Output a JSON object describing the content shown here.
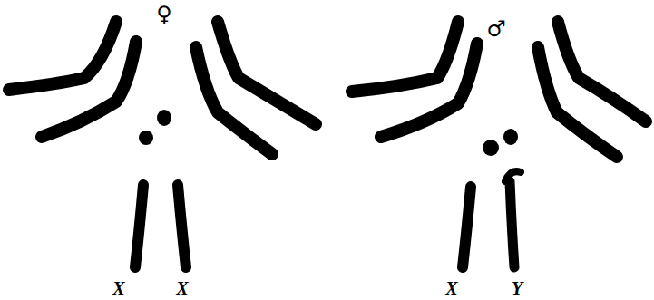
{
  "diagram": {
    "labels": [
      "♀",
      "X",
      "X",
      "♂",
      "X",
      "Y"
    ]
  }
}
